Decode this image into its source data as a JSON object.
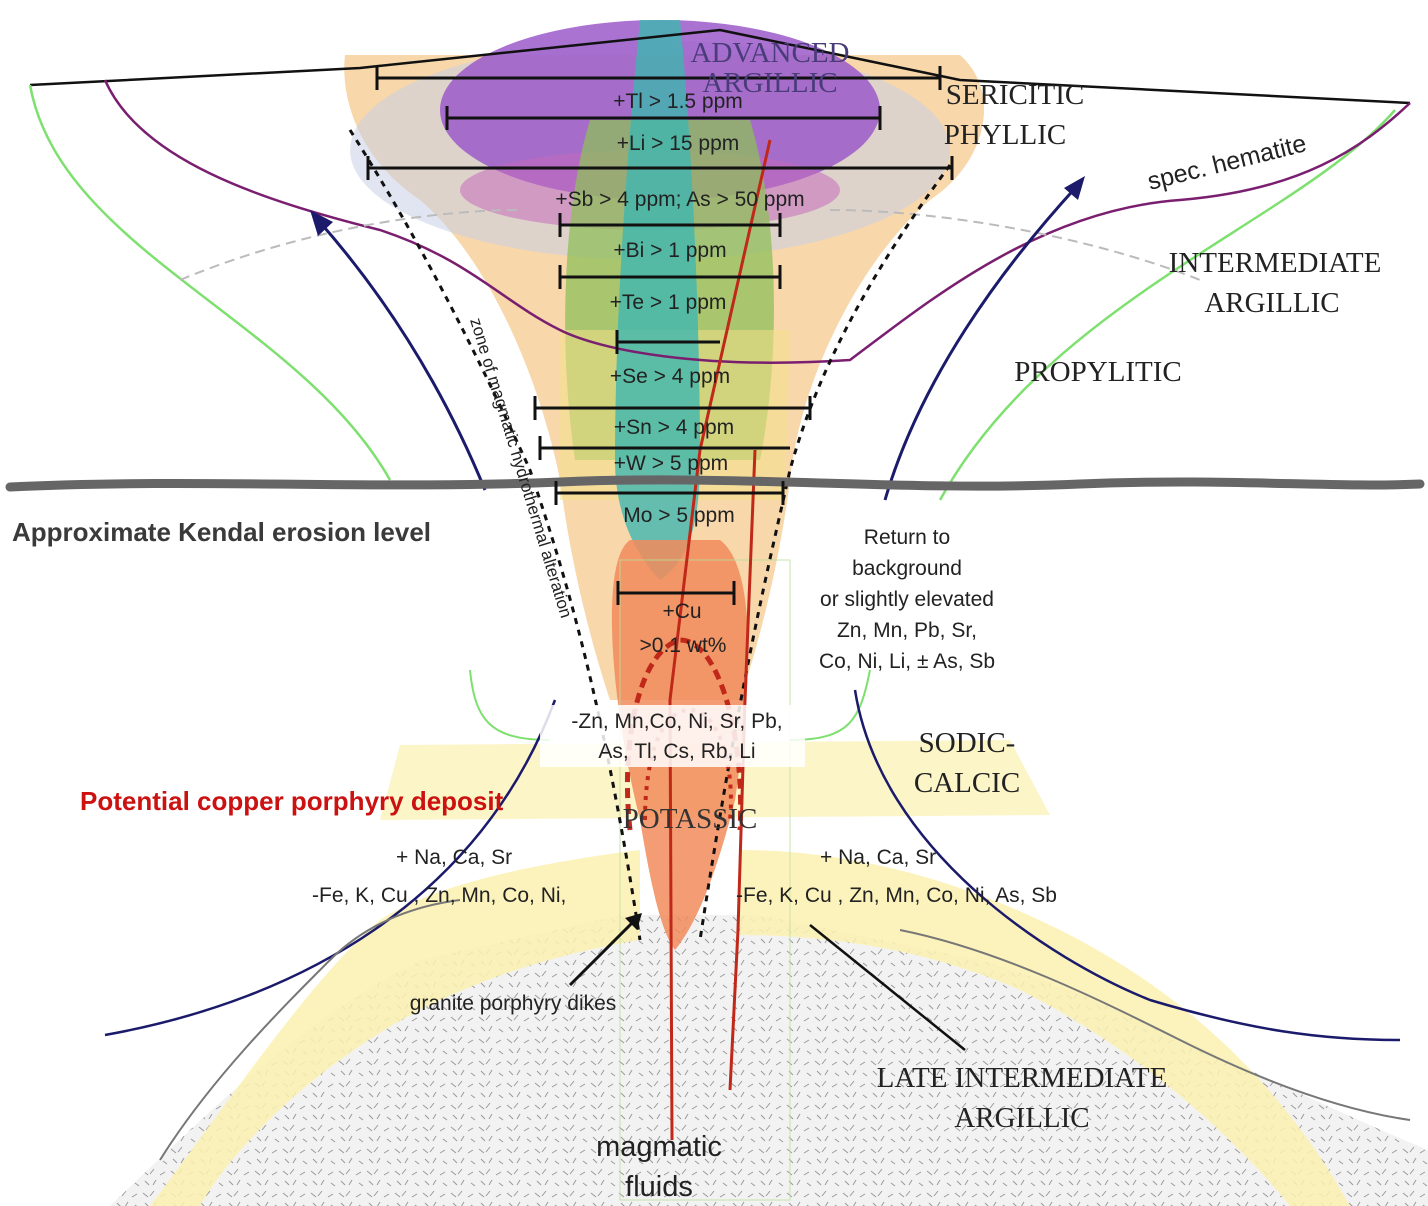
{
  "zones": {
    "advanced_argillic": [
      "ADVANCED",
      "ARGILLIC"
    ],
    "sericitic_phyllic": [
      "SERICITIC",
      "PHYLLIC"
    ],
    "spec_hematite": "spec. hematite",
    "intermediate_argillic": [
      "INTERMEDIATE",
      "ARGILLIC"
    ],
    "propylitic": "PROPYLITIC",
    "sodic_calcic": [
      "SODIC-",
      "CALCIC"
    ],
    "potassic": "POTASSIC",
    "late_intermediate_argillic": [
      "LATE INTERMEDIATE",
      "ARGILLIC"
    ]
  },
  "thresholds": [
    "+Tl > 1.5 ppm",
    "+Li > 15 ppm",
    "+Sb > 4 ppm; As > 50 ppm",
    "+Bi > 1 ppm",
    "+Te > 1 ppm",
    "+Se > 4 ppm",
    "+Sn > 4 ppm",
    "+W > 5 ppm",
    "Mo > 5 ppm",
    "+Cu",
    ">0.1 wt%"
  ],
  "alteration_zone_label": "zone of magmatic hydrothermal alteration",
  "erosion_level_label": "Approximate Kendal erosion level",
  "potential_deposit_label": "Potential copper porphyry deposit",
  "background_note": [
    "Return to",
    "background",
    "or slightly elevated",
    "Zn, Mn, Pb, Sr,",
    "Co, Ni, Li, ± As, Sb"
  ],
  "depletion_note": [
    "-Zn, Mn,Co, Ni, Sr, Pb,",
    "As, Tl, Cs, Rb, Li"
  ],
  "left_sodic_gain": "+ Na, Ca, Sr",
  "left_sodic_loss": "-Fe, K, Cu , Zn, Mn, Co, Ni,",
  "right_sodic_gain": "+ Na, Ca, Sr",
  "right_sodic_loss": "-Fe, K, Cu , Zn, Mn, Co, Ni, As, Sb",
  "granite_label": "granite porphyry dikes",
  "magmatic_fluids": [
    "magmatic",
    "fluids"
  ],
  "colors": {
    "advanced_argillic": "#9b59c9",
    "sericitic": "#f6c98f",
    "core_teal": "#3fb6b0",
    "green_core": "#8fbf5a",
    "cu_zone": "#f28b5a",
    "sodic_yellow": "#fbf1b0",
    "propylitic_line": "#7ee06f",
    "hematite_line": "#7a1f70",
    "arrow_navy": "#1b1a6b",
    "fluid_red": "#c0281a",
    "label_red": "#cc1111"
  }
}
